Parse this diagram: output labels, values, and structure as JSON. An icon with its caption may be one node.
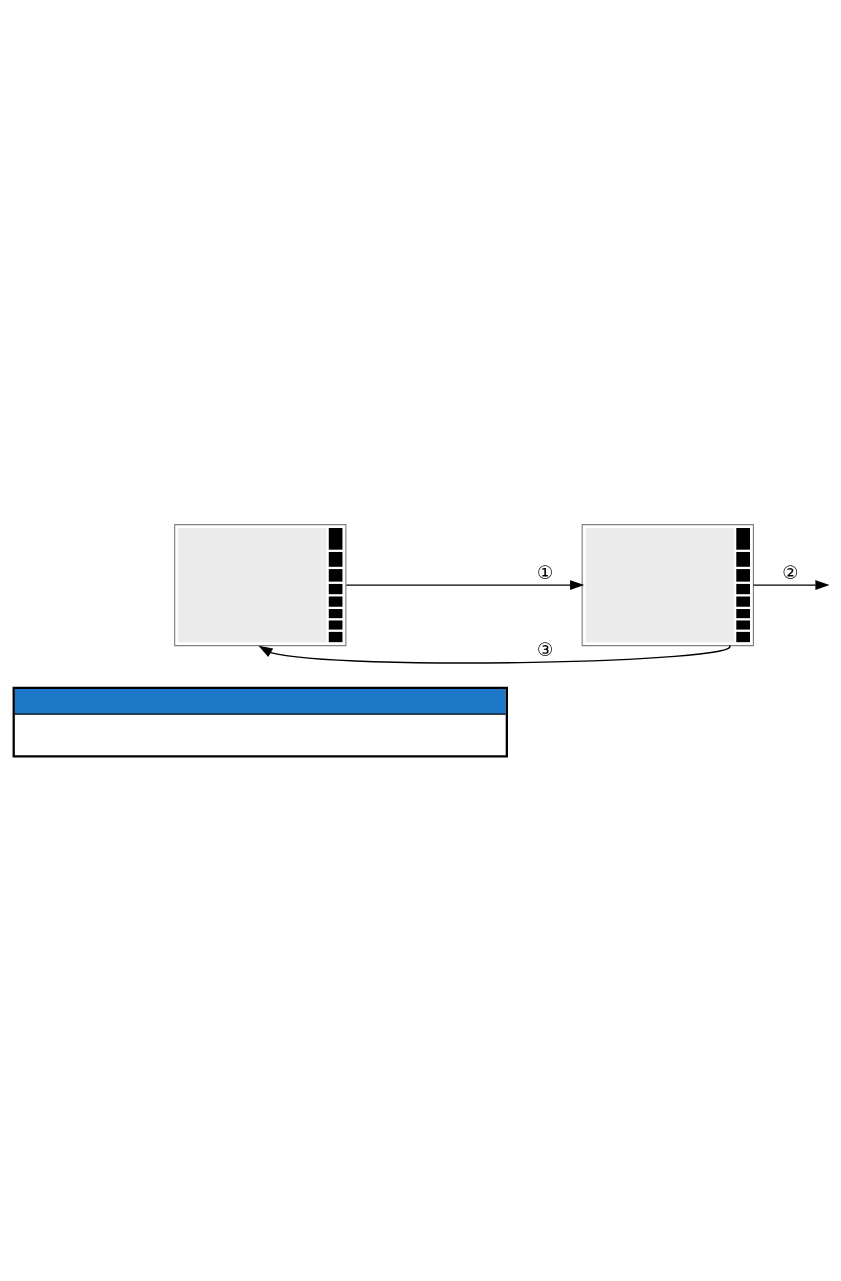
{
  "diagram": {
    "nodes": [
      {
        "text": [],
        "shape": "picture"
      },
      {
        "text": [],
        "shape": "picture"
      },
      {
        "text": [],
        "shape": "box"
      }
    ],
    "edges": [
      {
        "from": 0,
        "to": 1,
        "arrow": "to",
        "label": "①"
      },
      {
        "from": 1,
        "to": null,
        "arrow": "to",
        "label": "②"
      },
      {
        "from": 1,
        "to": 0,
        "arrow": "to",
        "label": "③"
      }
    ]
  }
}
